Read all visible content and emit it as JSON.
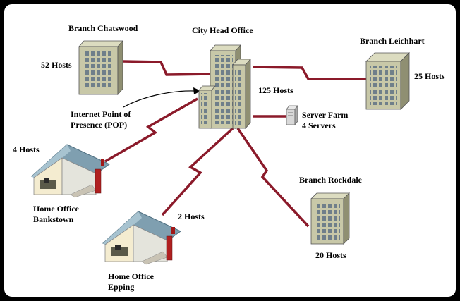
{
  "diagram": {
    "head_office": {
      "title": "City Head Office",
      "hosts": "125 Hosts"
    },
    "pop": {
      "line1": "Internet Point of",
      "line2": "Presence (POP)"
    },
    "server_farm": {
      "line1": "Server Farm",
      "line2": "4 Servers"
    },
    "branches": {
      "chatswood": {
        "name": "Branch Chatswood",
        "hosts": "52 Hosts"
      },
      "leichhardt": {
        "name": "Branch Leichhart",
        "hosts": "25 Hosts"
      },
      "rockdale": {
        "name": "Branch Rockdale",
        "hosts": "20 Hosts"
      }
    },
    "home_offices": {
      "bankstown": {
        "line1": "Home Office",
        "line2": "Bankstown",
        "hosts": "4 Hosts"
      },
      "epping": {
        "line1": "Home Office",
        "line2": "Epping",
        "hosts": "2 Hosts"
      }
    },
    "colors": {
      "wan_link": "#8b1a2a",
      "building_face": "#c8c8a8",
      "building_side": "#8f8f72",
      "window": "#6f7f8a",
      "roof": "#7f9fb0",
      "house_wall": "#e4e4dc",
      "background": "#ffffff",
      "frame": "#000000"
    }
  }
}
